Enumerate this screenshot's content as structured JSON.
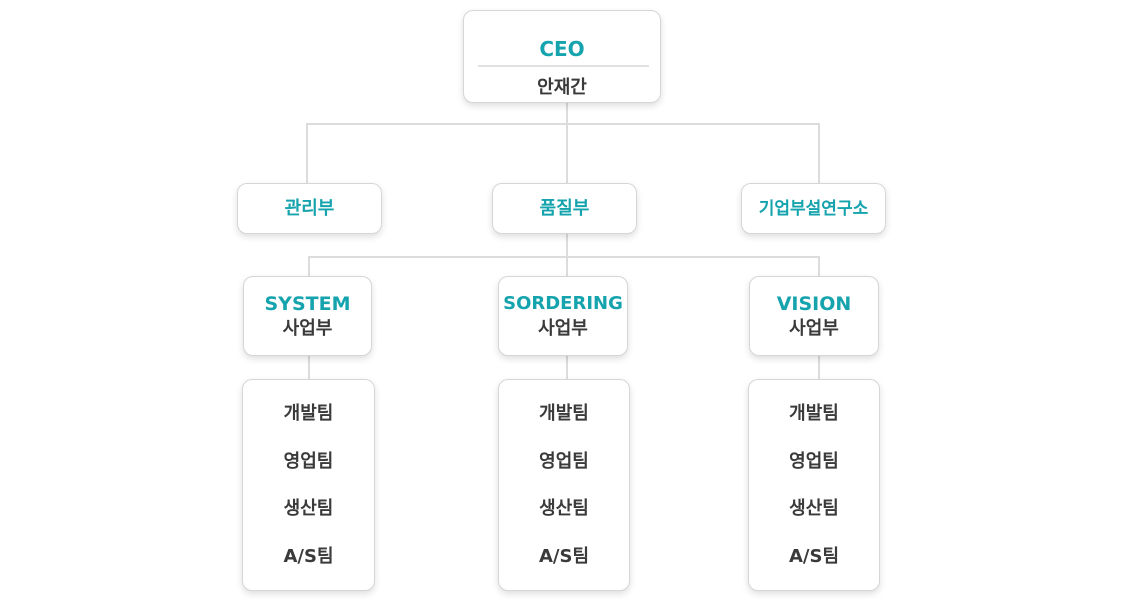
{
  "ceo": {
    "role": "CEO",
    "name": "안재간"
  },
  "departments": [
    "관리부",
    "품질부",
    "기업부설연구소"
  ],
  "divisions": [
    {
      "name": "SYSTEM",
      "suffix": "사업부"
    },
    {
      "name": "SORDERING",
      "suffix": "사업부"
    },
    {
      "name": "VISION",
      "suffix": "사업부"
    }
  ],
  "teams": [
    "개발팀",
    "영업팀",
    "생산팀",
    "A/S팀"
  ],
  "colors": {
    "accent": "#15a3ad",
    "text": "#3a3a3a",
    "line": "#dcdcdc",
    "border": "#d6d6d6"
  }
}
